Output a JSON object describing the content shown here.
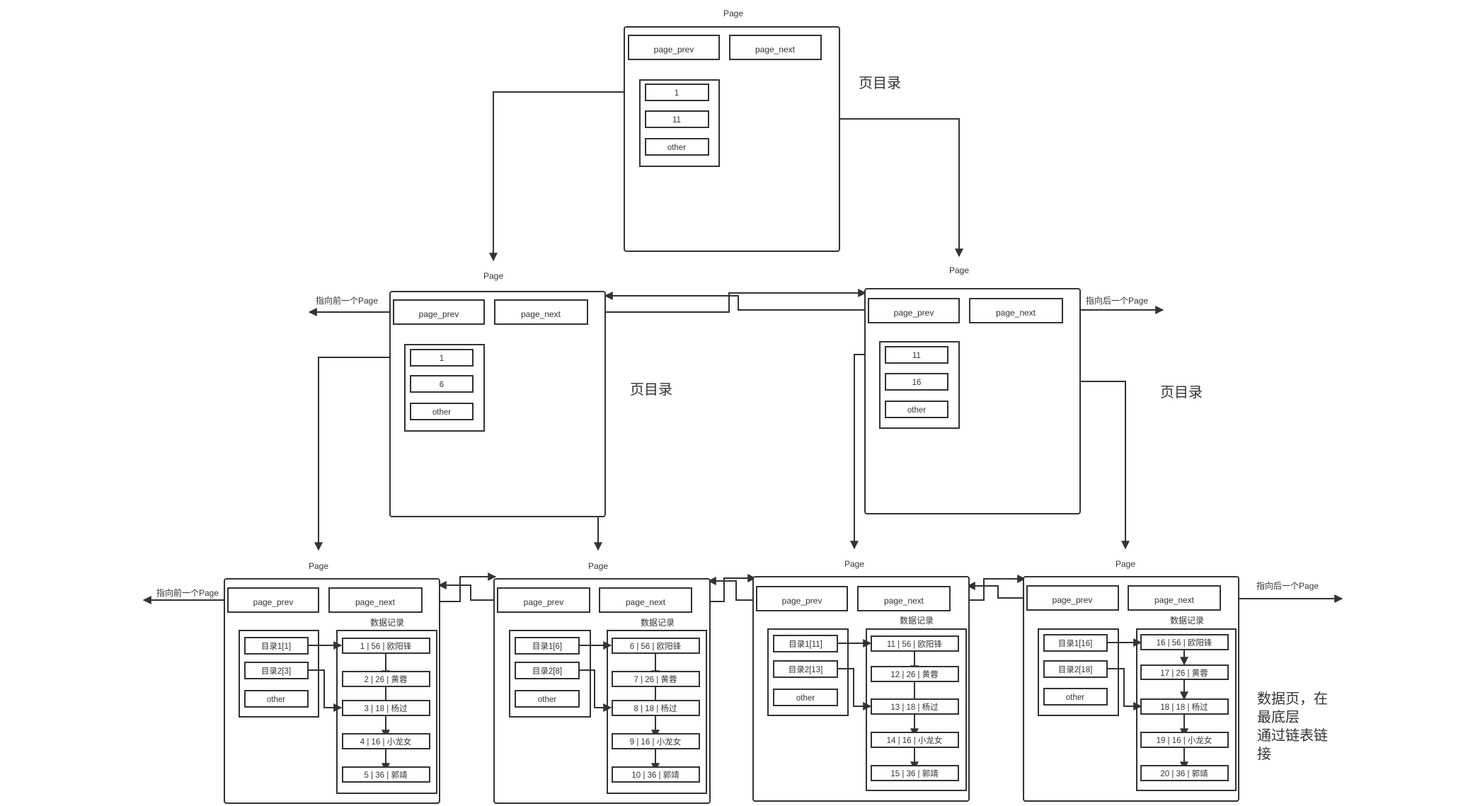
{
  "labels": {
    "page": "Page",
    "page_prev": "page_prev",
    "page_next": "page_next",
    "page_directory": "页目录",
    "data_records": "数据记录",
    "prev_page_pointer": "指向前一个Page",
    "next_page_pointer": "指向后一个Page",
    "other": "other",
    "bottom_note_lines": [
      "数据页，在",
      "最底层",
      "通过链表链",
      "接"
    ]
  },
  "root_page": {
    "directory": [
      "1",
      "11",
      "other"
    ]
  },
  "index_pages": [
    {
      "directory": [
        "1",
        "6",
        "other"
      ]
    },
    {
      "directory": [
        "11",
        "16",
        "other"
      ]
    }
  ],
  "data_pages": [
    {
      "directory": [
        "目录1[1]",
        "目录2[3]",
        "other"
      ],
      "records": [
        "1 | 56 | 欧阳锋",
        "2 | 26 | 黄蓉",
        "3 | 18 | 杨过",
        "4 | 16 | 小龙女",
        "5 | 36 | 郭靖"
      ]
    },
    {
      "directory": [
        "目录1[6]",
        "目录2[8]",
        "other"
      ],
      "records": [
        "6 | 56 | 欧阳锋",
        "7 | 26 | 黄蓉",
        "8 | 18 | 杨过",
        "9 | 16 | 小龙女",
        "10 | 36 | 郭靖"
      ]
    },
    {
      "directory": [
        "目录1[11]",
        "目录2[13]",
        "other"
      ],
      "records": [
        "11 | 56 | 欧阳锋",
        "12 | 26 | 黄蓉",
        "13 | 18 | 杨过",
        "14 | 16 | 小龙女",
        "15 | 36 | 郭靖"
      ]
    },
    {
      "directory": [
        "目录1[16]",
        "目录2[18]",
        "other"
      ],
      "records": [
        "16 | 56 | 欧阳锋",
        "17 | 26 | 黄蓉",
        "18 | 18 | 杨过",
        "19 | 16 | 小龙女",
        "20 | 36 | 郭靖"
      ]
    }
  ]
}
